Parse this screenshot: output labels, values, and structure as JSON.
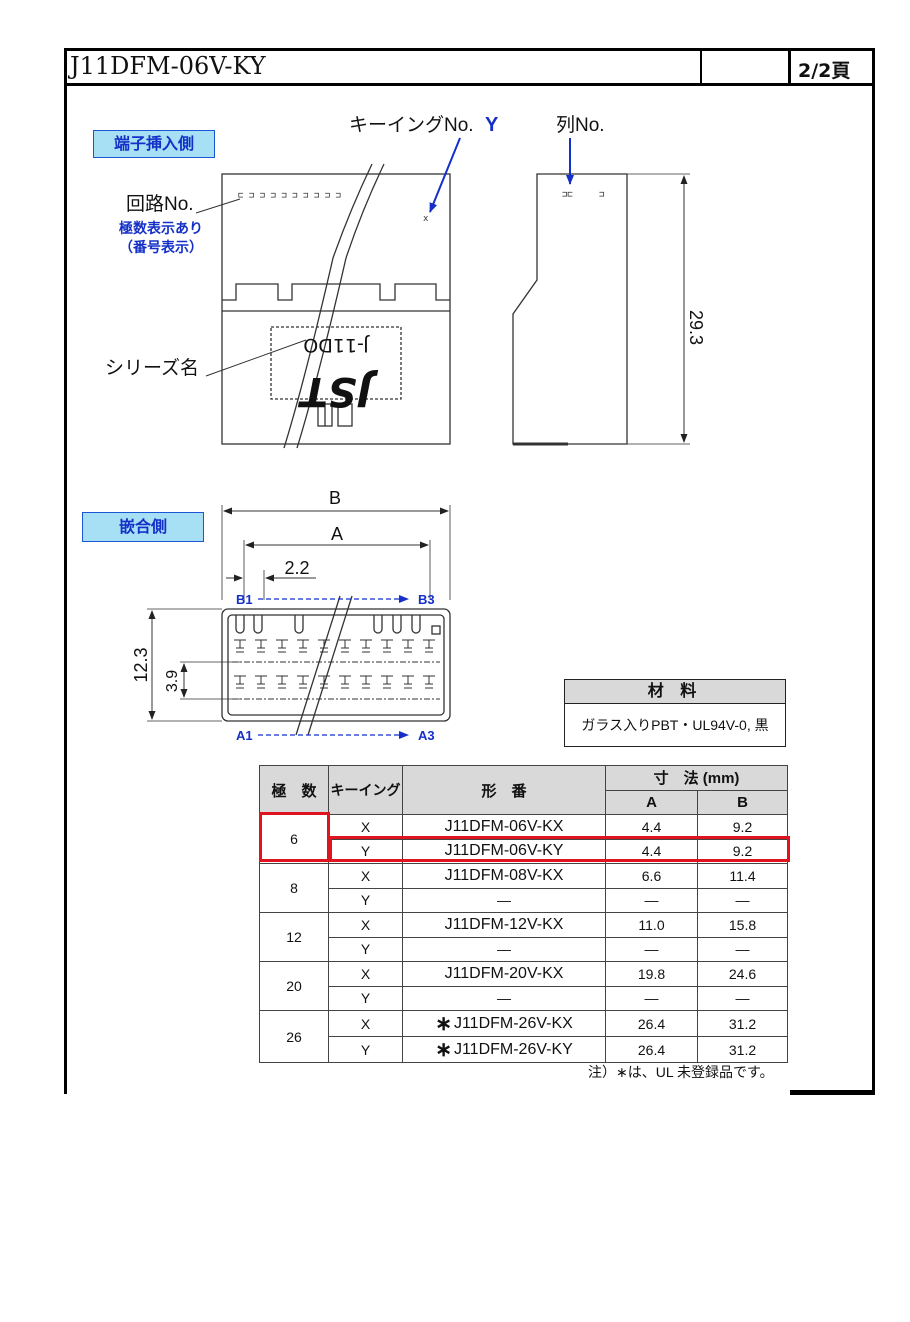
{
  "header": {
    "title": "J11DFM-06V-KY",
    "page": "2/2頁"
  },
  "views": {
    "terminal_side_label": "端子挿入側",
    "mating_side_label": "嵌合側",
    "keying_label": "キーイングNo.",
    "keying_value": "Y",
    "row_label": "列No.",
    "circuit_label": "回路No.",
    "circuit_note1": "極数表示あり",
    "circuit_note2": "（番号表示）",
    "series_label": "シリーズ名",
    "body_mark": "J-11DO",
    "logo": "JST",
    "height_dim": "29.3",
    "dim_B": "B",
    "dim_A": "A",
    "pitch": "2.2",
    "height_front": "12.3",
    "row_pitch": "3.9",
    "pin_B1": "B1",
    "pin_B3": "B3",
    "pin_A1": "A1",
    "pin_A3": "A3"
  },
  "material": {
    "header": "材 料",
    "value": "ガラス入りPBT・UL94V-0, 黒"
  },
  "dim_table": {
    "headers": {
      "poles": "極　数",
      "keying": "キーイング",
      "part": "形　番",
      "dimensions": "寸　法 (mm)",
      "a": "A",
      "b": "B"
    },
    "groups": [
      {
        "poles": "6",
        "rows": [
          {
            "key": "X",
            "part": "J11DFM-06V-KX",
            "a": "4.4",
            "b": "9.2"
          },
          {
            "key": "Y",
            "part": "J11DFM-06V-KY",
            "a": "4.4",
            "b": "9.2"
          }
        ]
      },
      {
        "poles": "8",
        "rows": [
          {
            "key": "X",
            "part": "J11DFM-08V-KX",
            "a": "6.6",
            "b": "11.4"
          },
          {
            "key": "Y",
            "part": "—",
            "a": "—",
            "b": "—"
          }
        ]
      },
      {
        "poles": "12",
        "rows": [
          {
            "key": "X",
            "part": "J11DFM-12V-KX",
            "a": "11.0",
            "b": "15.8"
          },
          {
            "key": "Y",
            "part": "—",
            "a": "—",
            "b": "—"
          }
        ]
      },
      {
        "poles": "20",
        "rows": [
          {
            "key": "X",
            "part": "J11DFM-20V-KX",
            "a": "19.8",
            "b": "24.6"
          },
          {
            "key": "Y",
            "part": "—",
            "a": "—",
            "b": "—"
          }
        ]
      },
      {
        "poles": "26",
        "rows": [
          {
            "key": "X",
            "mark": "∗",
            "part": "J11DFM-26V-KX",
            "a": "26.4",
            "b": "31.2"
          },
          {
            "key": "Y",
            "mark": "∗",
            "part": "J11DFM-26V-KY",
            "a": "26.4",
            "b": "31.2"
          }
        ]
      }
    ],
    "note": "注）∗は、UL 未登録品です。"
  },
  "colors": {
    "accent_blue": "#1430c8",
    "label_fill": "#a7e0f5",
    "highlight": "#e0141e",
    "header_gray": "#d9d9d9"
  }
}
